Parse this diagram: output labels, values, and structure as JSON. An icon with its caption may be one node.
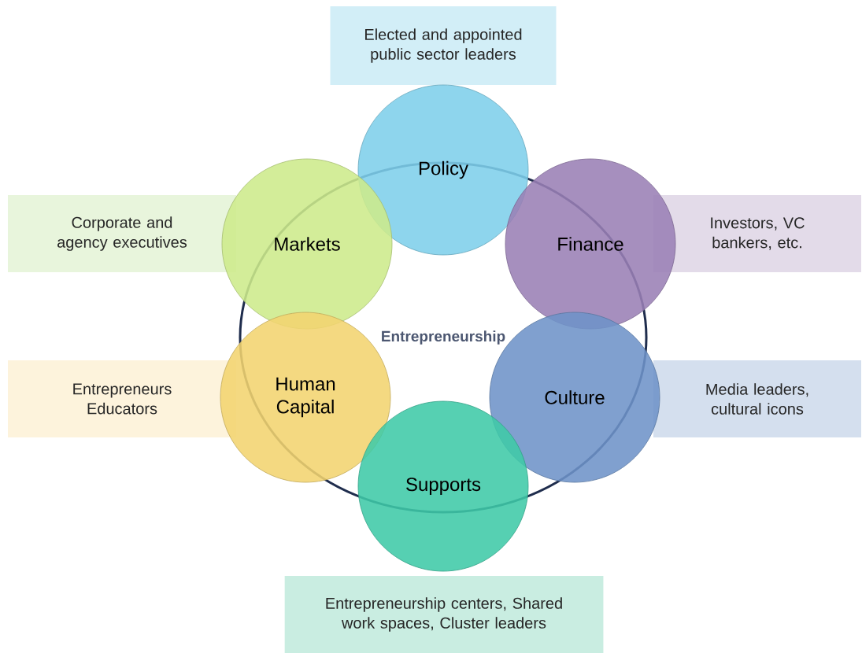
{
  "diagram": {
    "nodes": [
      {
        "text": [
          "Elected and appointed public sector leaders"
        ]
      },
      {
        "text": [
          "Entrepreneurship"
        ]
      },
      {
        "text": [
          "Policy"
        ]
      },
      {
        "text": [
          "Corporate and agency executives"
        ]
      },
      {
        "text": [
          "Markets"
        ]
      },
      {
        "text": [
          "Finance"
        ]
      },
      {
        "text": [
          "Investors, VC bankers, etc."
        ]
      },
      {
        "text": [
          "Entrepreneurs Educators"
        ]
      },
      {
        "text": [
          "Human Capital"
        ]
      },
      {
        "text": [
          "Culture"
        ]
      },
      {
        "text": [
          "Media leaders, cultural icons"
        ]
      },
      {
        "text": [
          "Supports"
        ]
      },
      {
        "text": [
          "Entrepreneurship centers, Shared work spaces, Cluster leaders"
        ]
      }
    ]
  }
}
